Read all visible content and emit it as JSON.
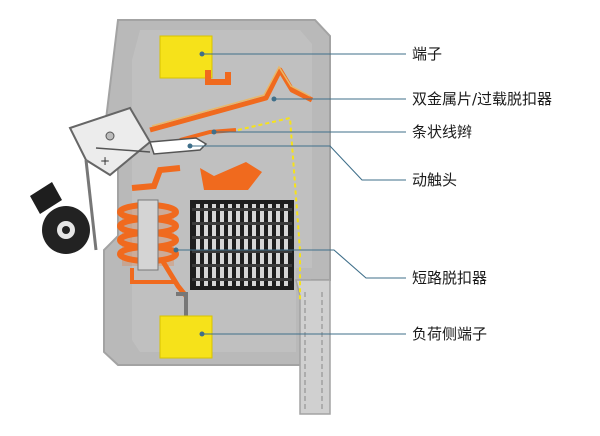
{
  "labels": {
    "terminal": "端子",
    "bimetal_trip": "双金属片/过载脱扣器",
    "strip_wire": "条状线辫",
    "moving_contact": "动触头",
    "short_circuit_trip": "短路脱扣器",
    "load_terminal": "负荷侧端子"
  },
  "colors": {
    "housing": "#b9b9b9",
    "housing_outline": "#a3a3a3",
    "terminal_yellow": "#f6e21a",
    "copper_orange": "#f06a1e",
    "arc_chute_dark": "#2b2b2b",
    "leader_line": "#3f6f8a"
  }
}
